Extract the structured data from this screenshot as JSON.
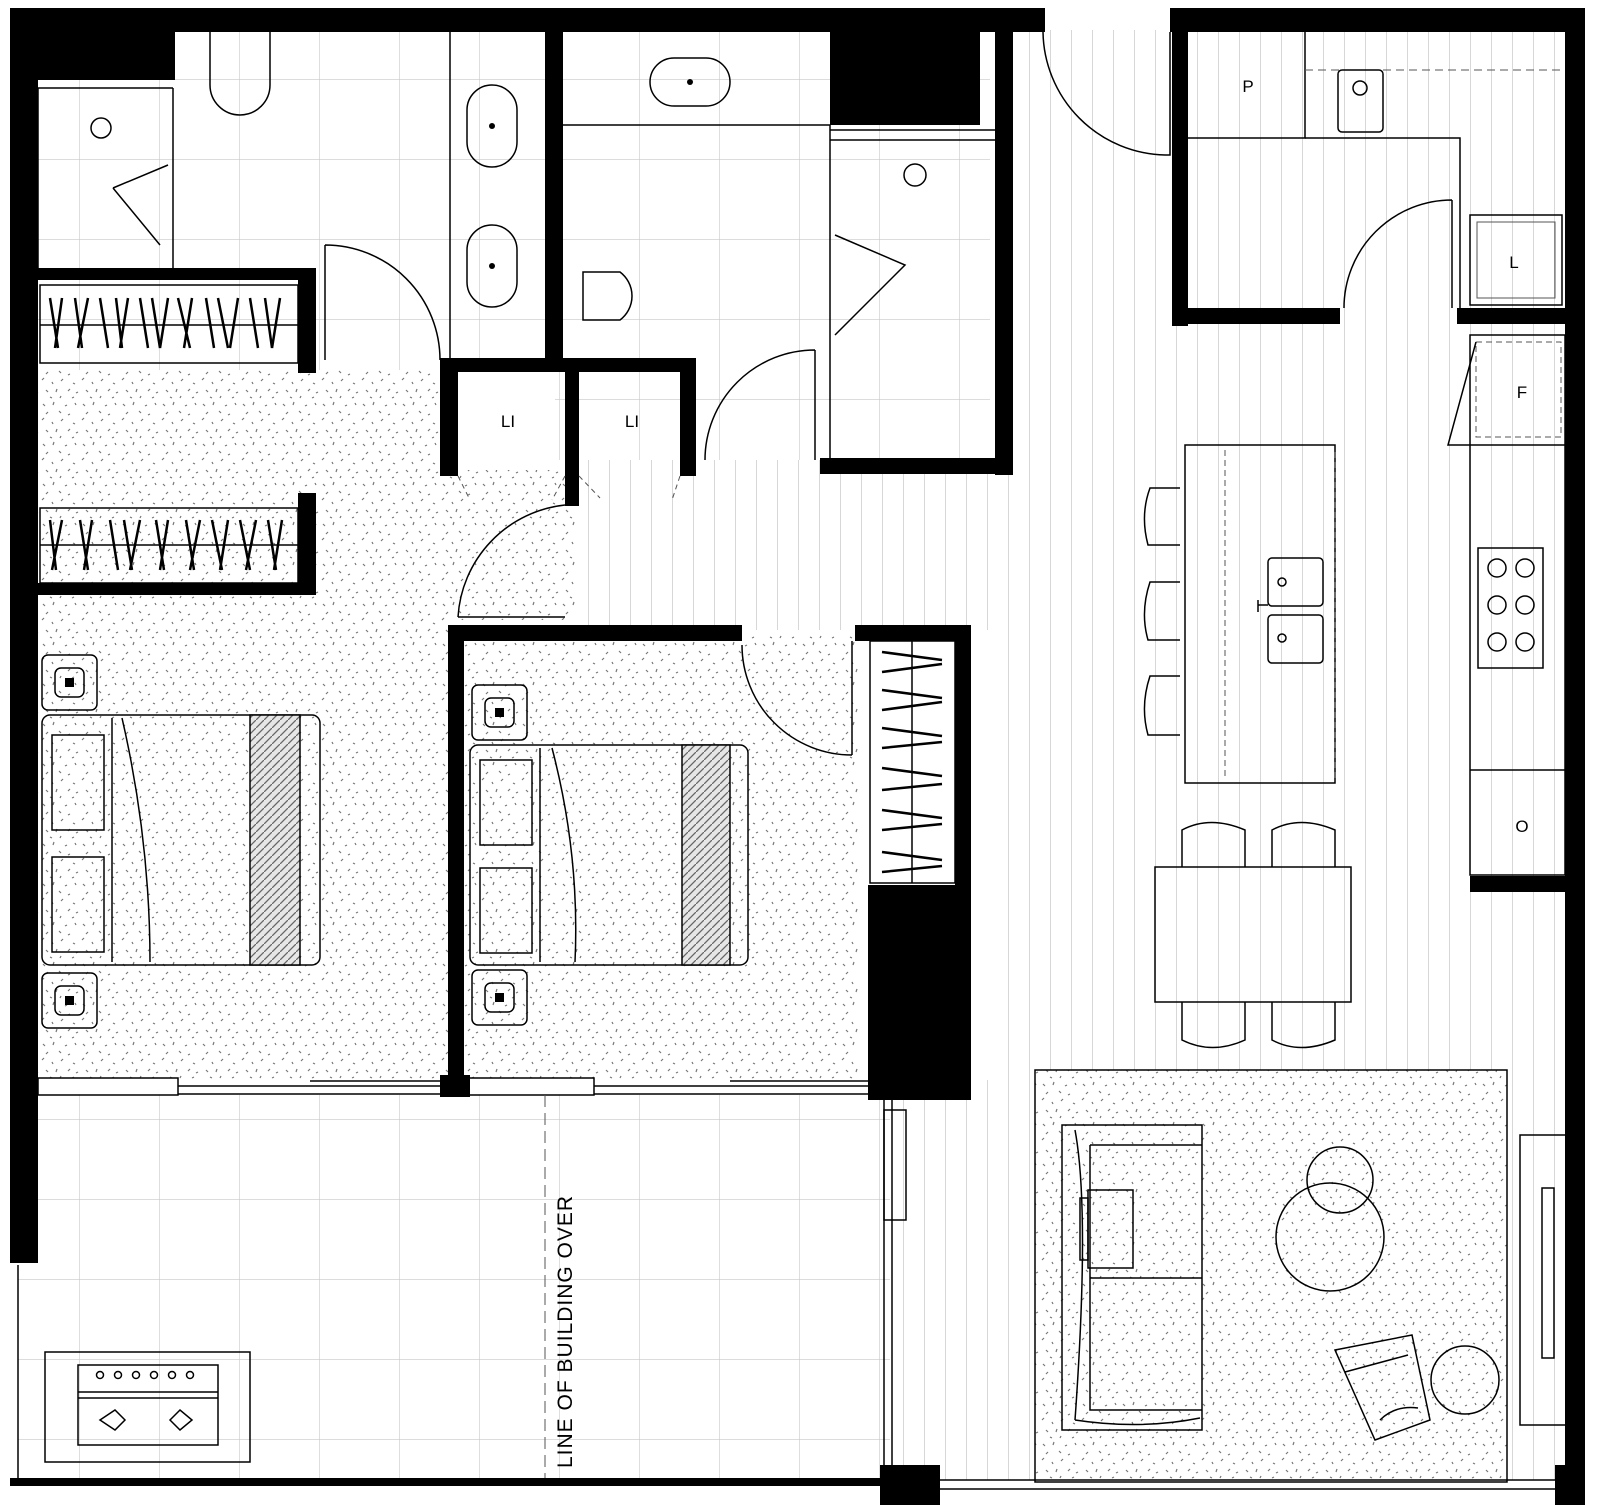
{
  "labels": {
    "linen_1": "LI",
    "linen_2": "LI",
    "pantry": "P",
    "laundry": "L",
    "fridge": "F",
    "oven": "O",
    "building_line": "LINE OF BUILDING OVER"
  },
  "colors": {
    "wall": "#000000",
    "background": "#ffffff",
    "tile_line": "#c8c8c8",
    "timber_line": "#bdbdbd",
    "carpet_speck": "#777777"
  }
}
